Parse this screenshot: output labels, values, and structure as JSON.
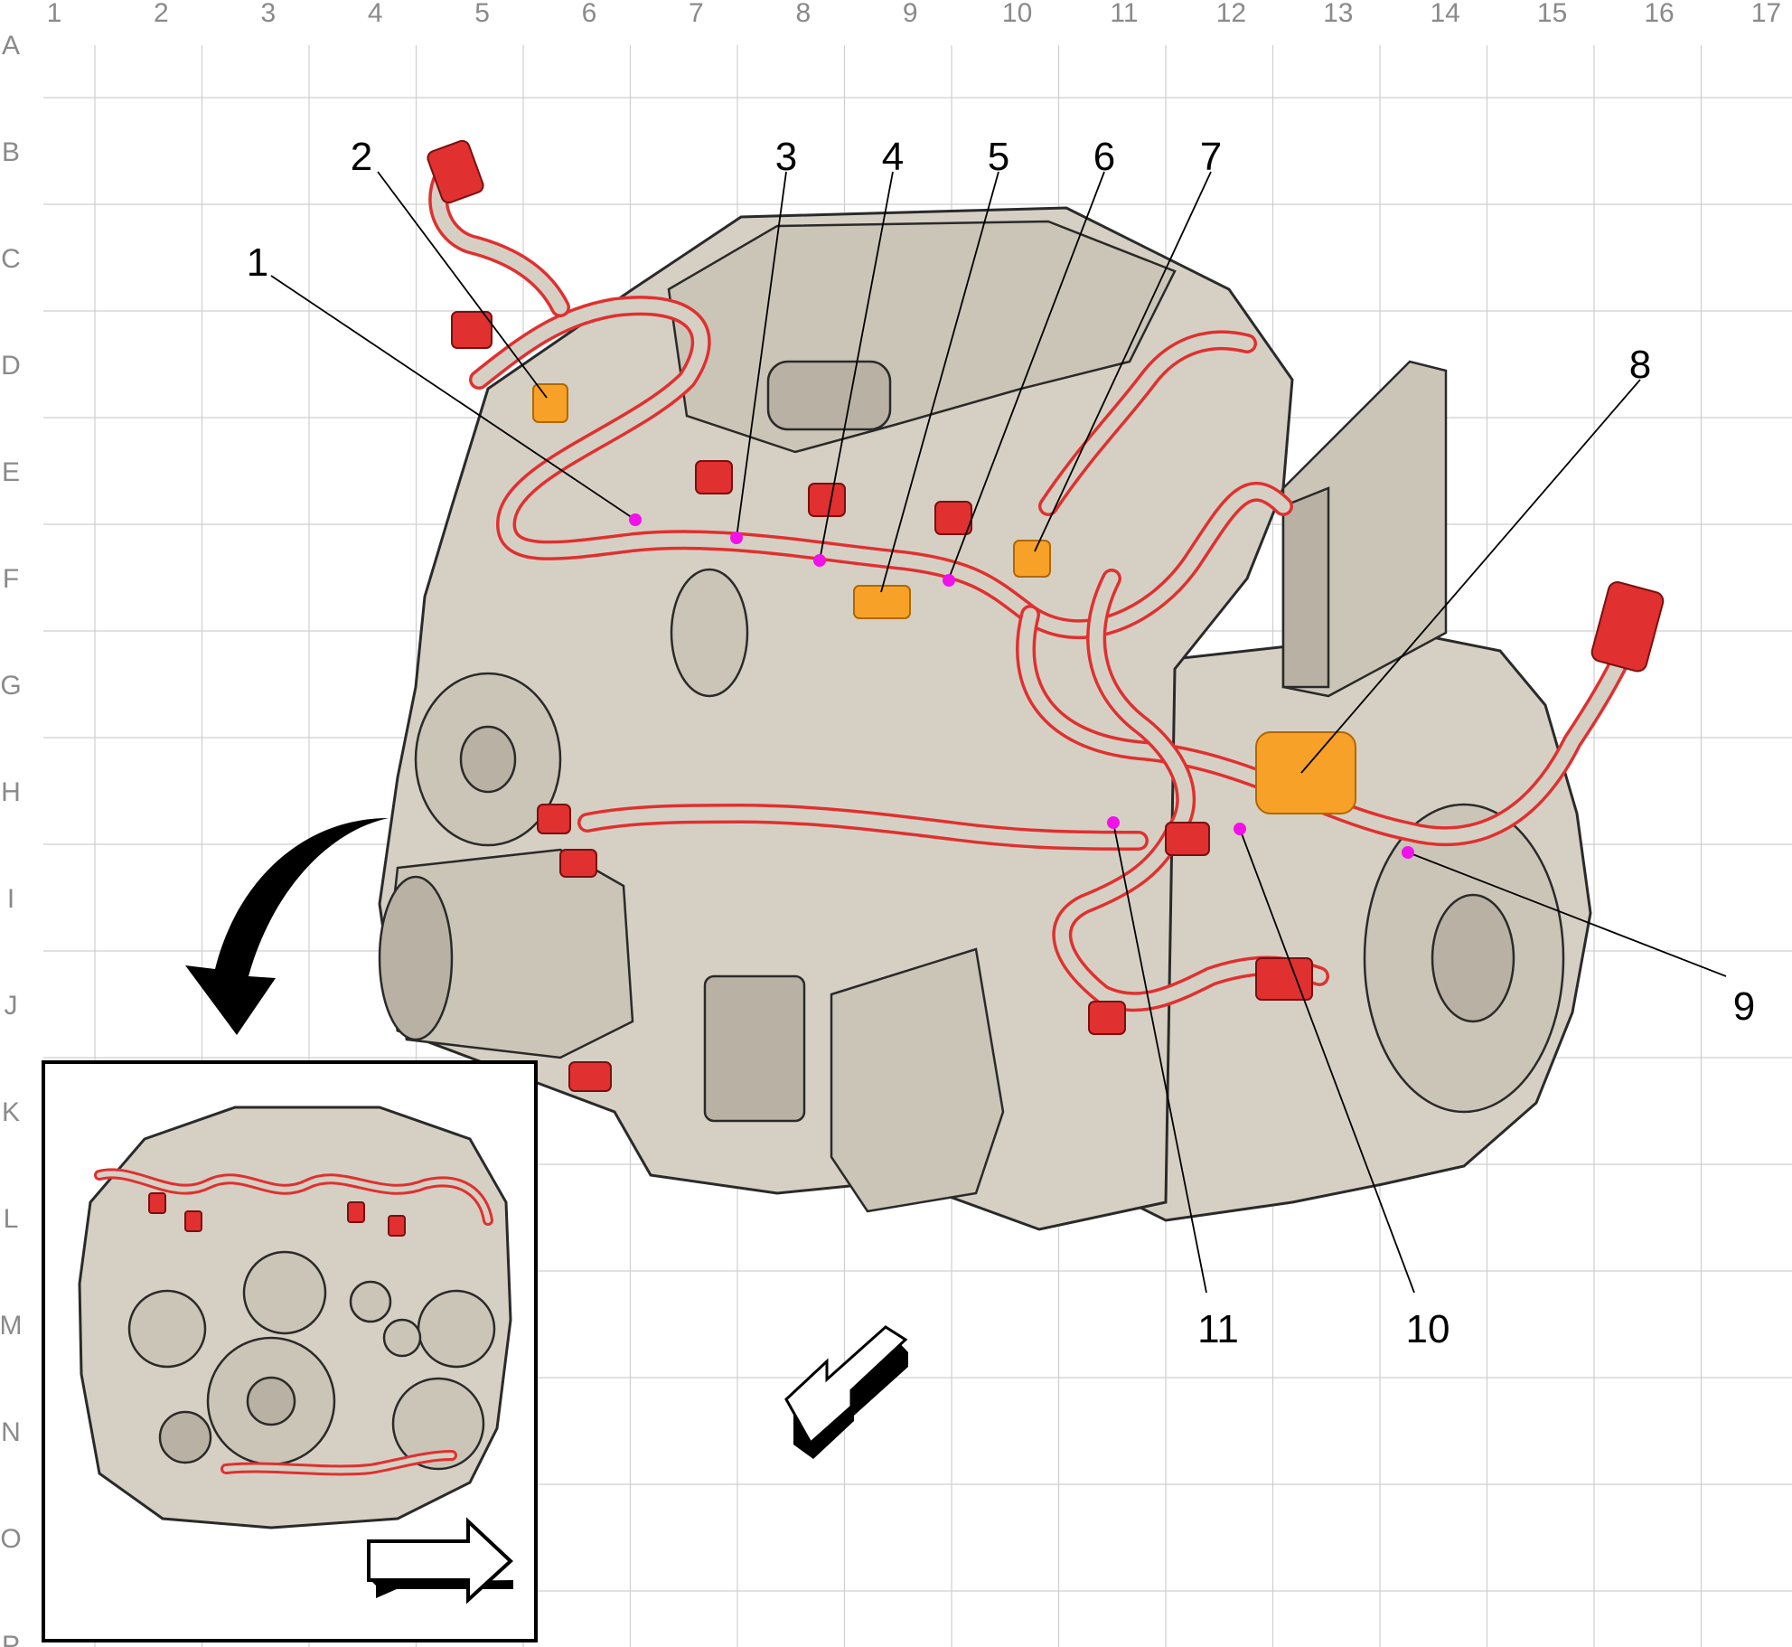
{
  "diagram": {
    "column_labels": [
      "1",
      "2",
      "3",
      "4",
      "5",
      "6",
      "7",
      "8",
      "9",
      "10",
      "11",
      "12",
      "13",
      "14",
      "15",
      "16",
      "17"
    ],
    "row_labels": [
      "A",
      "B",
      "C",
      "D",
      "E",
      "F",
      "G",
      "H",
      "I",
      "J",
      "K",
      "L",
      "M",
      "N",
      "O",
      "P"
    ],
    "callouts": [
      "1",
      "2",
      "3",
      "4",
      "5",
      "6",
      "7",
      "8",
      "9",
      "10",
      "11"
    ],
    "colors": {
      "harness": "#e03030",
      "connector_orange": "#f7a128",
      "location_dot": "#f012e8",
      "engine": "#d6d0c4",
      "grid": "#cfcfcf"
    },
    "icons": [
      "curved-arrow-icon",
      "direction-arrow-icon",
      "inset-direction-arrow-icon"
    ]
  }
}
